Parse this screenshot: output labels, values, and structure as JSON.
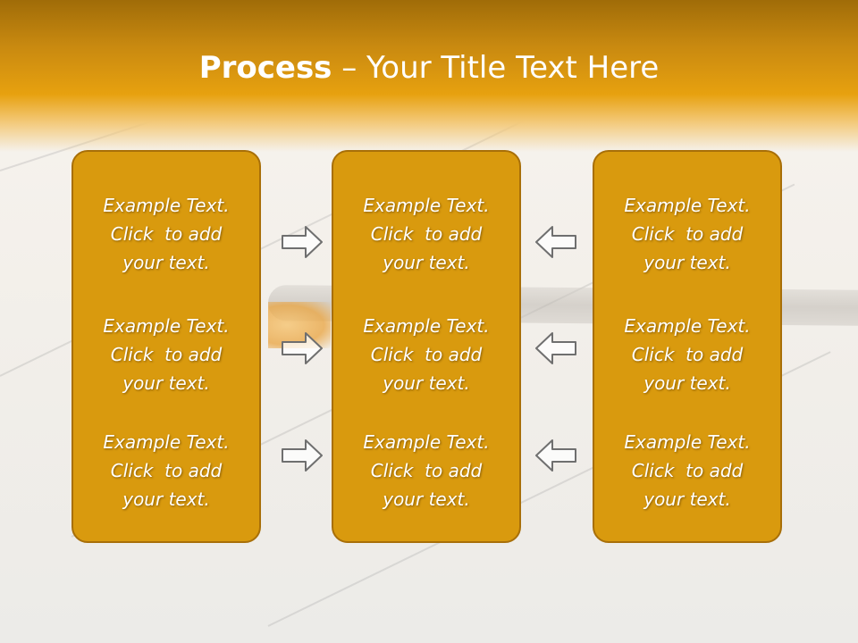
{
  "slide": {
    "title_bold": "Process",
    "title_rest": " – Your Title Text Here"
  },
  "columns": [
    {
      "blocks": [
        {
          "line1": "Example Text.",
          "line2": "Click  to add",
          "line3": "your text."
        },
        {
          "line1": "Example Text.",
          "line2": "Click  to add",
          "line3": "your text."
        },
        {
          "line1": "Example Text.",
          "line2": "Click  to add",
          "line3": "your text."
        }
      ]
    },
    {
      "blocks": [
        {
          "line1": "Example Text.",
          "line2": "Click  to add",
          "line3": "your text."
        },
        {
          "line1": "Example Text.",
          "line2": "Click  to add",
          "line3": "your text."
        },
        {
          "line1": "Example Text.",
          "line2": "Click  to add",
          "line3": "your text."
        }
      ]
    },
    {
      "blocks": [
        {
          "line1": "Example Text.",
          "line2": "Click  to add",
          "line3": "your text."
        },
        {
          "line1": "Example Text.",
          "line2": "Click  to add",
          "line3": "your text."
        },
        {
          "line1": "Example Text.",
          "line2": "Click  to add",
          "line3": "your text."
        }
      ]
    }
  ],
  "arrows": {
    "left_group": {
      "direction": "right",
      "icon": "arrow-right-icon"
    },
    "right_group": {
      "direction": "left",
      "icon": "arrow-left-icon"
    }
  },
  "background": {
    "image": "signature-form-with-pen"
  },
  "colors": {
    "box_fill": "#d99a0e",
    "box_border": "#a86f08",
    "header": "#e7a10f",
    "text": "#ffffff",
    "arrow_stroke": "#6f6f6f"
  }
}
